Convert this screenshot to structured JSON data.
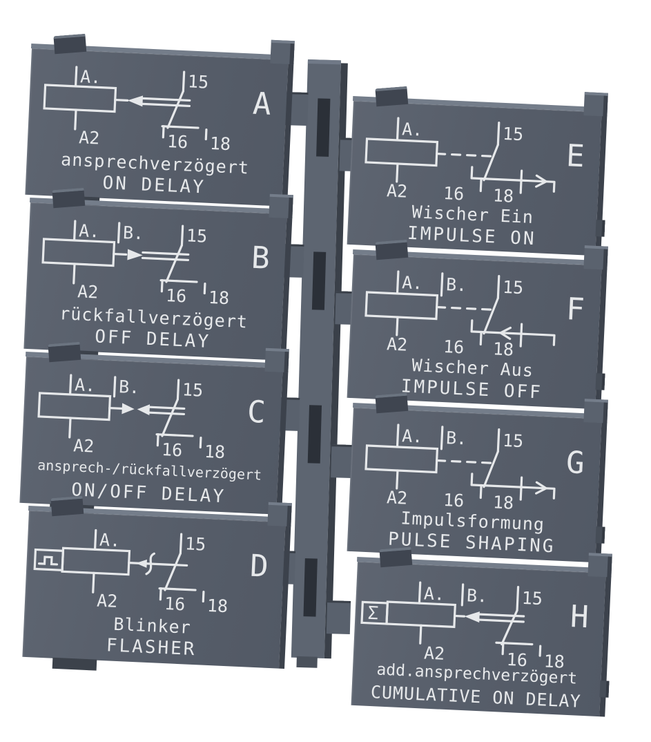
{
  "colors": {
    "background": "#ffffff",
    "plate_face": "#565d69",
    "plate_top_face": "#747d8a",
    "plate_side_face": "#3c424c",
    "engraving": "#e6e8ea",
    "runner": "#5d6571",
    "runner_slot": "#2b3038"
  },
  "plates": [
    {
      "letter": "A",
      "label_de": "ansprechverzögert",
      "label_en": "ON DELAY",
      "terminals": {
        "a": "A.",
        "t15": "15",
        "a2": "A2",
        "t16": "16",
        "t18": "18"
      }
    },
    {
      "letter": "B",
      "label_de": "rückfallverzögert",
      "label_en": "OFF DELAY",
      "terminals": {
        "a": "A.",
        "b": "B.",
        "t15": "15",
        "a2": "A2",
        "t16": "16",
        "t18": "18"
      }
    },
    {
      "letter": "C",
      "label_de": "ansprech-/rückfallverzögert",
      "label_en": "ON/OFF DELAY",
      "terminals": {
        "a": "A.",
        "b": "B.",
        "t15": "15",
        "a2": "A2",
        "t16": "16",
        "t18": "18"
      }
    },
    {
      "letter": "D",
      "label_de": "Blinker",
      "label_en": "FLASHER",
      "terminals": {
        "a": "A.",
        "t15": "15",
        "a2": "A2",
        "t16": "16",
        "t18": "18"
      }
    },
    {
      "letter": "E",
      "label_de": "Wischer Ein",
      "label_en": "IMPULSE ON",
      "terminals": {
        "a": "A.",
        "t15": "15",
        "a2": "A2",
        "t16": "16",
        "t18": "18"
      }
    },
    {
      "letter": "F",
      "label_de": "Wischer Aus",
      "label_en": "IMPULSE OFF",
      "terminals": {
        "a": "A.",
        "b": "B.",
        "t15": "15",
        "a2": "A2",
        "t16": "16",
        "t18": "18"
      }
    },
    {
      "letter": "G",
      "label_de": "Impulsformung",
      "label_en": "PULSE SHAPING",
      "terminals": {
        "a": "A.",
        "b": "B.",
        "t15": "15",
        "a2": "A2",
        "t16": "16",
        "t18": "18"
      }
    },
    {
      "letter": "H",
      "sigma": "Σ",
      "label_de": "add.ansprechverzögert",
      "label_en": "CUMULATIVE ON DELAY",
      "terminals": {
        "a": "A.",
        "b": "B.",
        "t15": "15",
        "a2": "A2",
        "t16": "16",
        "t18": "18"
      }
    }
  ]
}
